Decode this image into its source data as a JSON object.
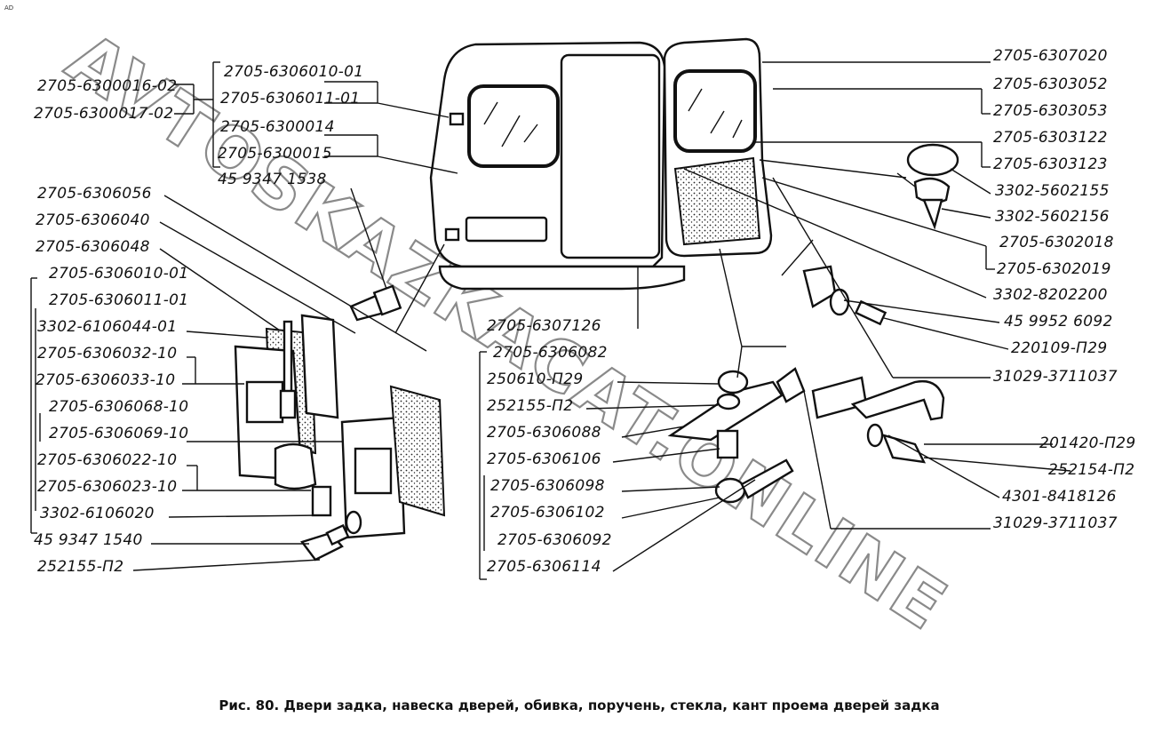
{
  "corner_mark": "AD",
  "caption": "Рис. 80. Двери задка, навеска дверей, обивка, поручень, стекла, кант проема дверей задка",
  "watermark": "AVTOSKAZKACAT.ONLINE",
  "labels": {
    "l01": "2705-6300016-02",
    "l02": "2705-6300017-02",
    "l03": "2705-6306010-01",
    "l04": "2705-6306011-01",
    "l05": "2705-6300014",
    "l06": "2705-6300015",
    "l07": "45 9347 1538",
    "l08": "2705-6306056",
    "l09": "2705-6306040",
    "l10": "2705-6306048",
    "l11": "2705-6306010-01",
    "l12": "2705-6306011-01",
    "l13": "3302-6106044-01",
    "l14": "2705-6306032-10",
    "l15": "2705-6306033-10",
    "l16": "2705-6306068-10",
    "l17": "2705-6306069-10",
    "l18": "2705-6306022-10",
    "l19": "2705-6306023-10",
    "l20": "3302-6106020",
    "l21": "45 9347 1540",
    "l22": "252155-П2",
    "l23": "2705-6307126",
    "l24": "2705-6306082",
    "l25": "250610-П29",
    "l26": "252155-П2",
    "l27": "2705-6306088",
    "l28": "2705-6306106",
    "l29": "2705-6306098",
    "l30": "2705-6306102",
    "l31": "2705-6306092",
    "l32": "2705-6306114",
    "r01": "2705-6307020",
    "r02": "2705-6303052",
    "r03": "2705-6303053",
    "r04": "2705-6303122",
    "r05": "2705-6303123",
    "r06": "3302-5602155",
    "r07": "3302-5602156",
    "r08": "2705-6302018",
    "r09": "2705-6302019",
    "r10": "3302-8202200",
    "r11": "45 9952 6092",
    "r12": "220109-П29",
    "r13": "31029-3711037",
    "r14": "201420-П29",
    "r15": "252154-П2",
    "r16": "4301-8418126",
    "r17": "31029-3711037"
  }
}
